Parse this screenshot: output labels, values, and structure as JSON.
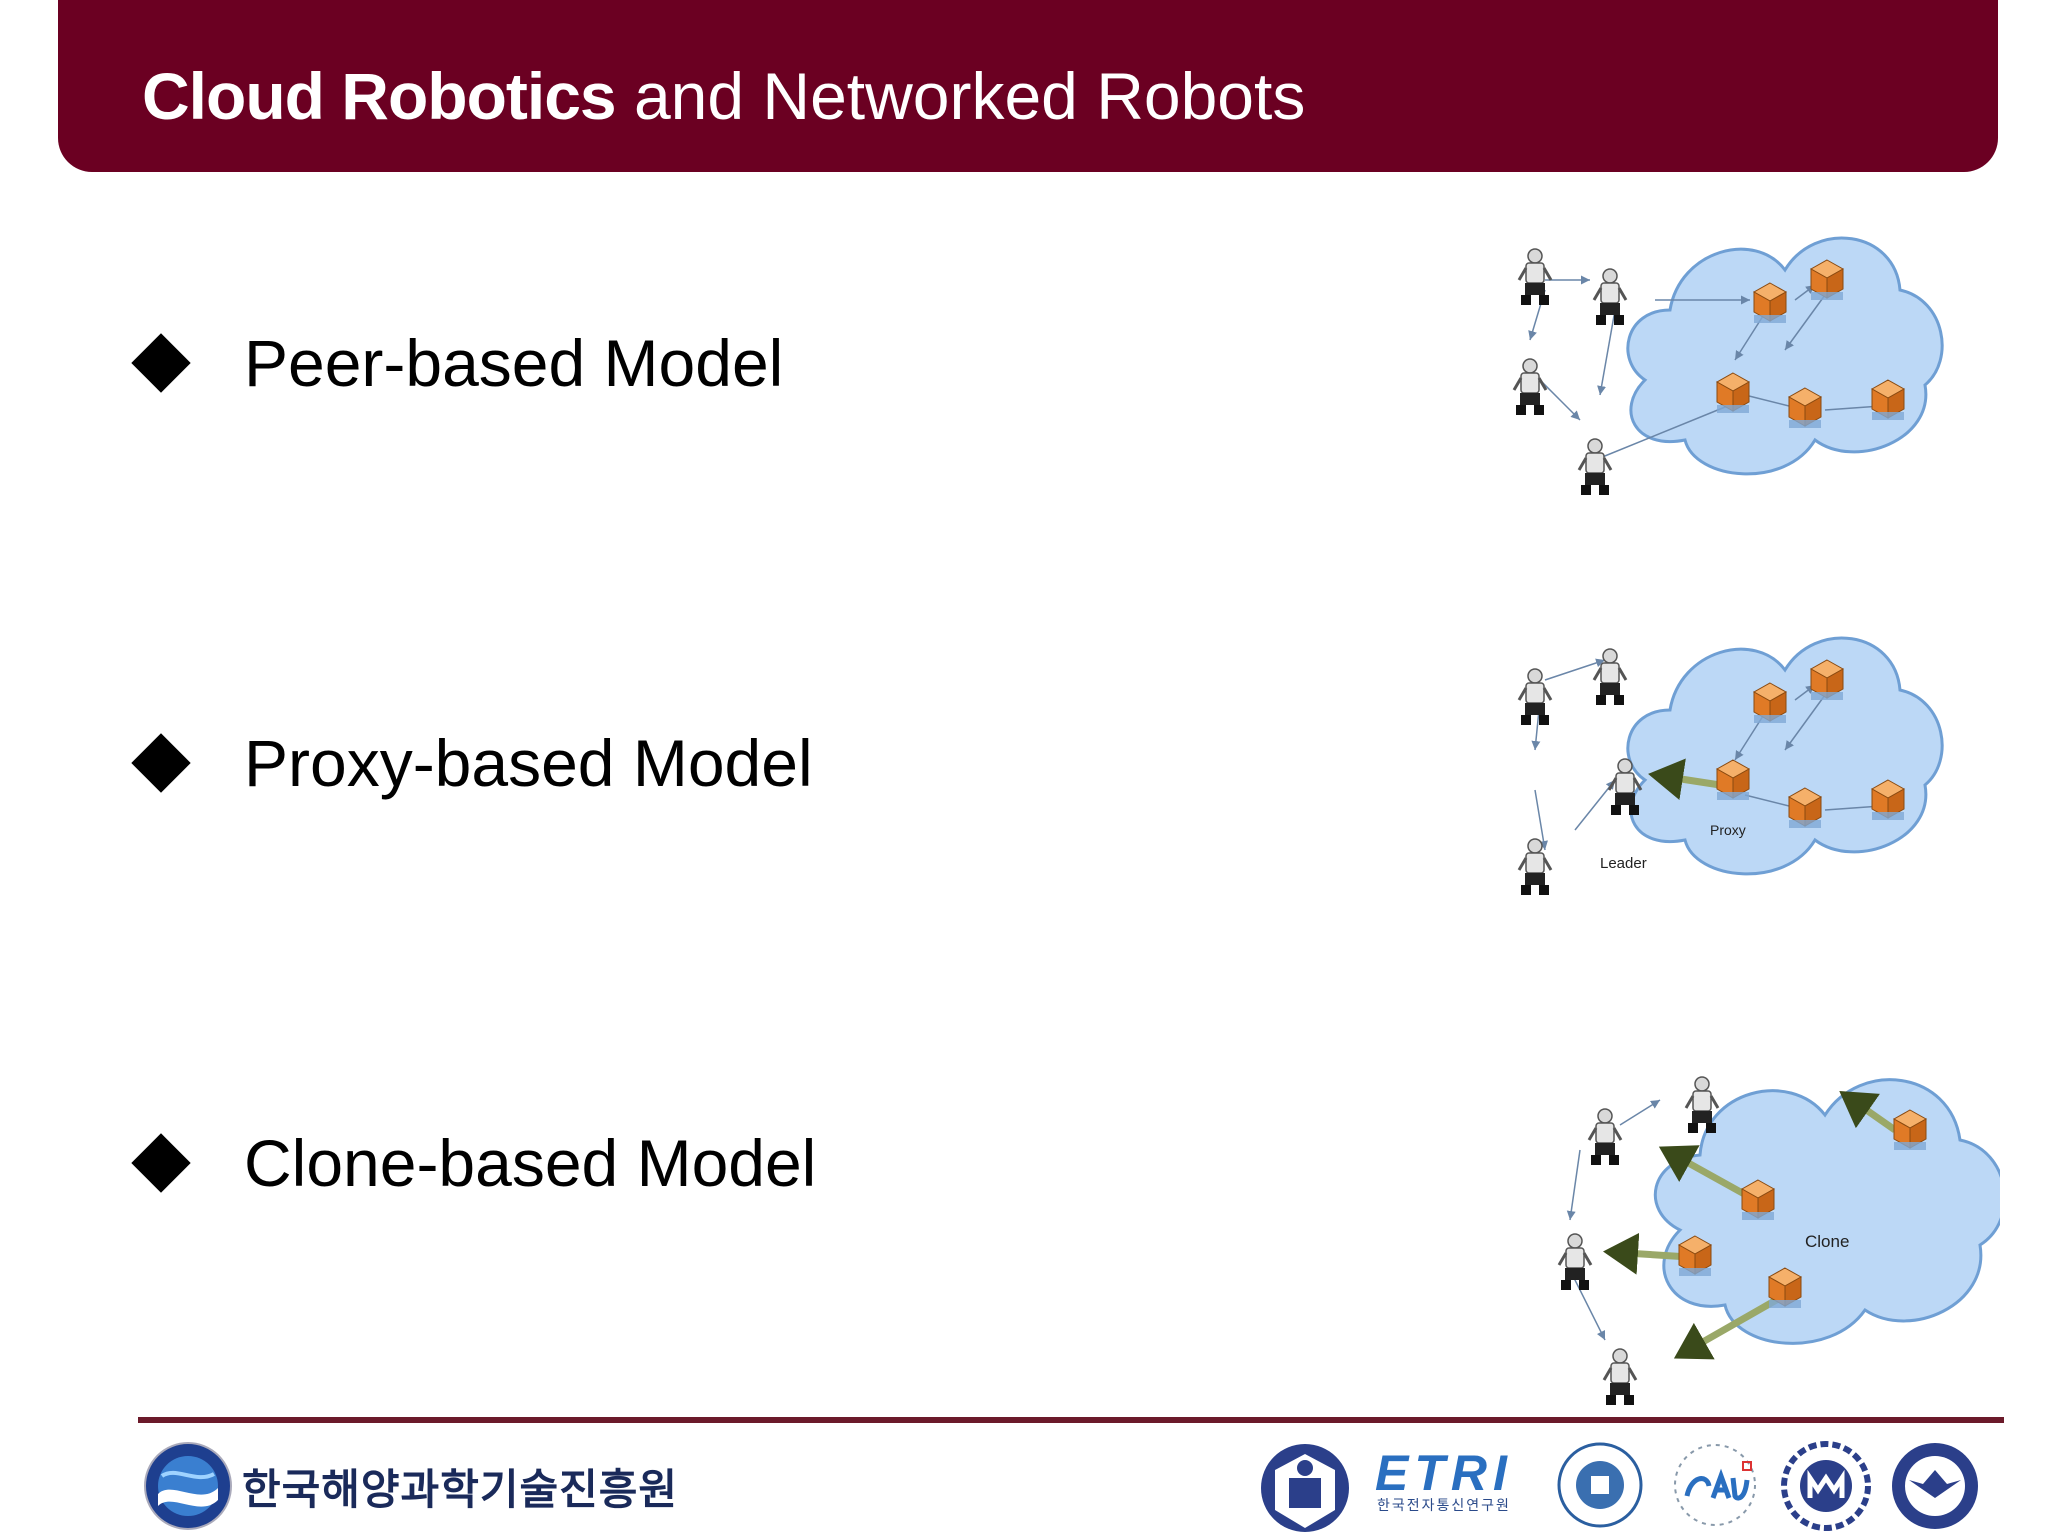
{
  "slide": {
    "title_bold": "Cloud Robotics",
    "title_rest": " and Networked Robots"
  },
  "bullets": [
    {
      "label": "Peer-based Model"
    },
    {
      "label": "Proxy-based Model"
    },
    {
      "label": "Clone-based Model"
    }
  ],
  "diagrams": {
    "proxy_label": "Proxy",
    "leader_label": "Leader",
    "clone_label": "Clone"
  },
  "footer": {
    "org_name": "한국해양과학기술진흥원",
    "etri_logo_text": "ETRI",
    "etri_sub": "한국전자통신연구원"
  },
  "colors": {
    "title_bar": "#6b0022",
    "cloud_fill": "#bcd8f6",
    "server_cube": "#e8893a",
    "divider": "#6b1a2a"
  }
}
